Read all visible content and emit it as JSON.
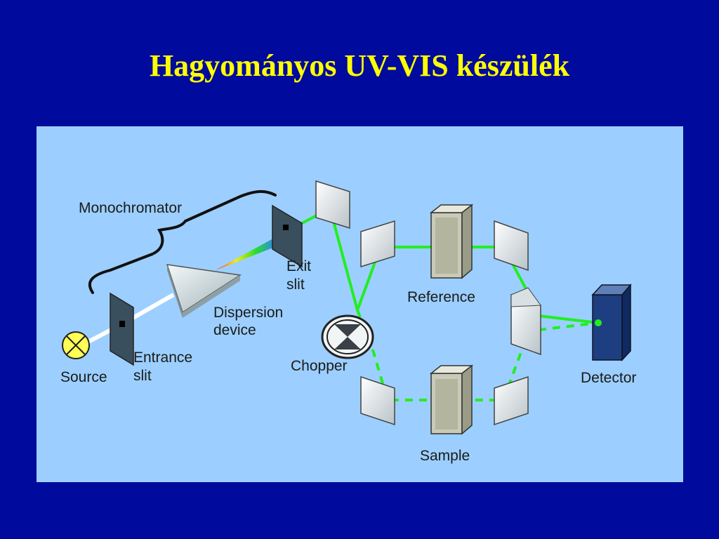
{
  "slide": {
    "title": "Hagyományos UV-VIS készülék"
  },
  "diagram": {
    "labels": {
      "monochromator": "Monochromator",
      "source": "Source",
      "entrance_slit": [
        "Entrance",
        "slit"
      ],
      "dispersion_device": [
        "Dispersion",
        "device"
      ],
      "exit_slit": [
        "Exit",
        "slit"
      ],
      "chopper": "Chopper",
      "reference": "Reference",
      "sample": "Sample",
      "detector": "Detector"
    },
    "colors": {
      "background": "#000a9c",
      "title": "#ffff00",
      "panel": "#9ccfff",
      "beam": "#22ee22",
      "source_lamp": "#ffff55"
    }
  }
}
